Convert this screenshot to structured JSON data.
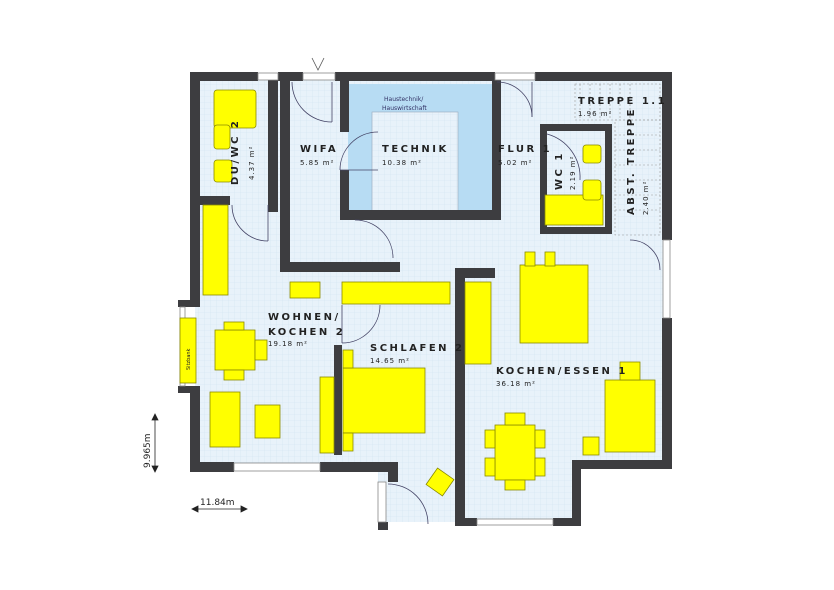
{
  "colors": {
    "wall": "#3d3d40",
    "floor": "#e8f2fa",
    "technik": "#b7dcf3",
    "furniture": "#ffff00",
    "furniture_stroke": "#8a8a00"
  },
  "rooms": {
    "du_wc2": {
      "name": "DU/WC 2",
      "area": "4.37 m²"
    },
    "wifa": {
      "name": "WIFA",
      "area": "5.85 m²"
    },
    "technik": {
      "name": "TECHNIK",
      "area": "10.38 m²",
      "sub1": "Haustechnik/",
      "sub2": "Hauswirtschaft"
    },
    "flur1": {
      "name": "FLUR 1",
      "area": "5.02 m²"
    },
    "treppe": {
      "name": "TREPPE 1.1",
      "area": "1.96 m²"
    },
    "wc1": {
      "name": "WC 1",
      "area": "2.19 m²"
    },
    "abst": {
      "name": "ABST. TREPPE",
      "area": "2.40 m²"
    },
    "wohnen": {
      "name1": "WOHNEN/",
      "name2": "KOCHEN 2",
      "area": "19.18 m²"
    },
    "schlafen": {
      "name": "SCHLAFEN 2",
      "area": "14.65 m²"
    },
    "kochen": {
      "name": "KOCHEN/ESSEN 1",
      "area": "36.18 m²"
    }
  },
  "furniture": {
    "bench": "Sitzbank"
  },
  "dimensions": {
    "height": "9.965m",
    "width": "11.84m"
  }
}
